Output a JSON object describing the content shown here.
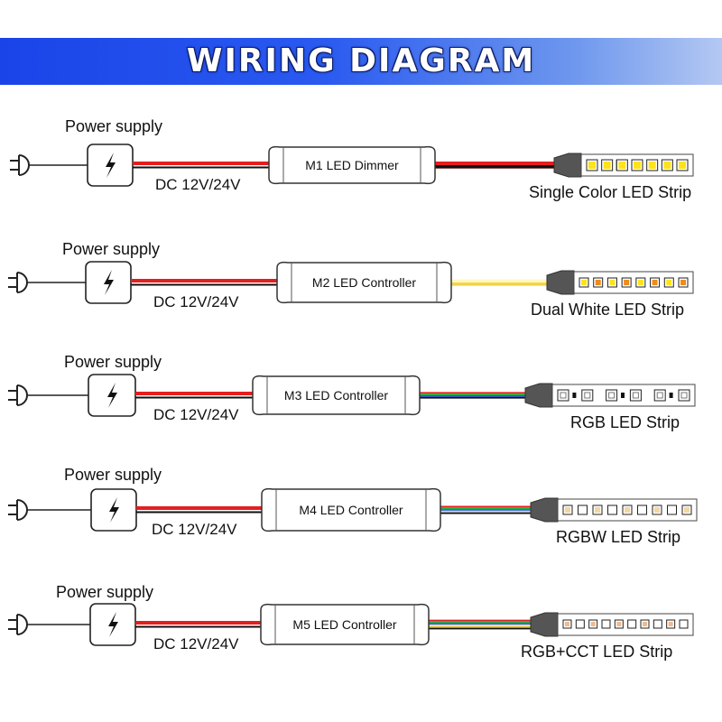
{
  "title": "WIRING DIAGRAM",
  "rows": [
    {
      "power_label": "Power supply",
      "voltage_label": "DC 12V/24V",
      "controller_label": "M1 LED Dimmer",
      "strip_label": "Single Color LED Strip",
      "output_wire": "red-black",
      "strip_type": "single"
    },
    {
      "power_label": "Power supply",
      "voltage_label": "DC 12V/24V",
      "controller_label": "M2 LED Controller",
      "strip_label": "Dual White LED Strip",
      "output_wire": "dual-white",
      "strip_type": "dual"
    },
    {
      "power_label": "Power supply",
      "voltage_label": "DC 12V/24V",
      "controller_label": "M3 LED Controller",
      "strip_label": "RGB LED Strip",
      "output_wire": "rgb",
      "strip_type": "rgb"
    },
    {
      "power_label": "Power supply",
      "voltage_label": "DC 12V/24V",
      "controller_label": "M4 LED Controller",
      "strip_label": "RGBW LED Strip",
      "output_wire": "rgbw",
      "strip_type": "rgbw"
    },
    {
      "power_label": "Power supply",
      "voltage_label": "DC 12V/24V",
      "controller_label": "M5 LED Controller",
      "strip_label": "RGB+CCT LED Strip",
      "output_wire": "rgbcct",
      "strip_type": "rgbcct"
    }
  ]
}
